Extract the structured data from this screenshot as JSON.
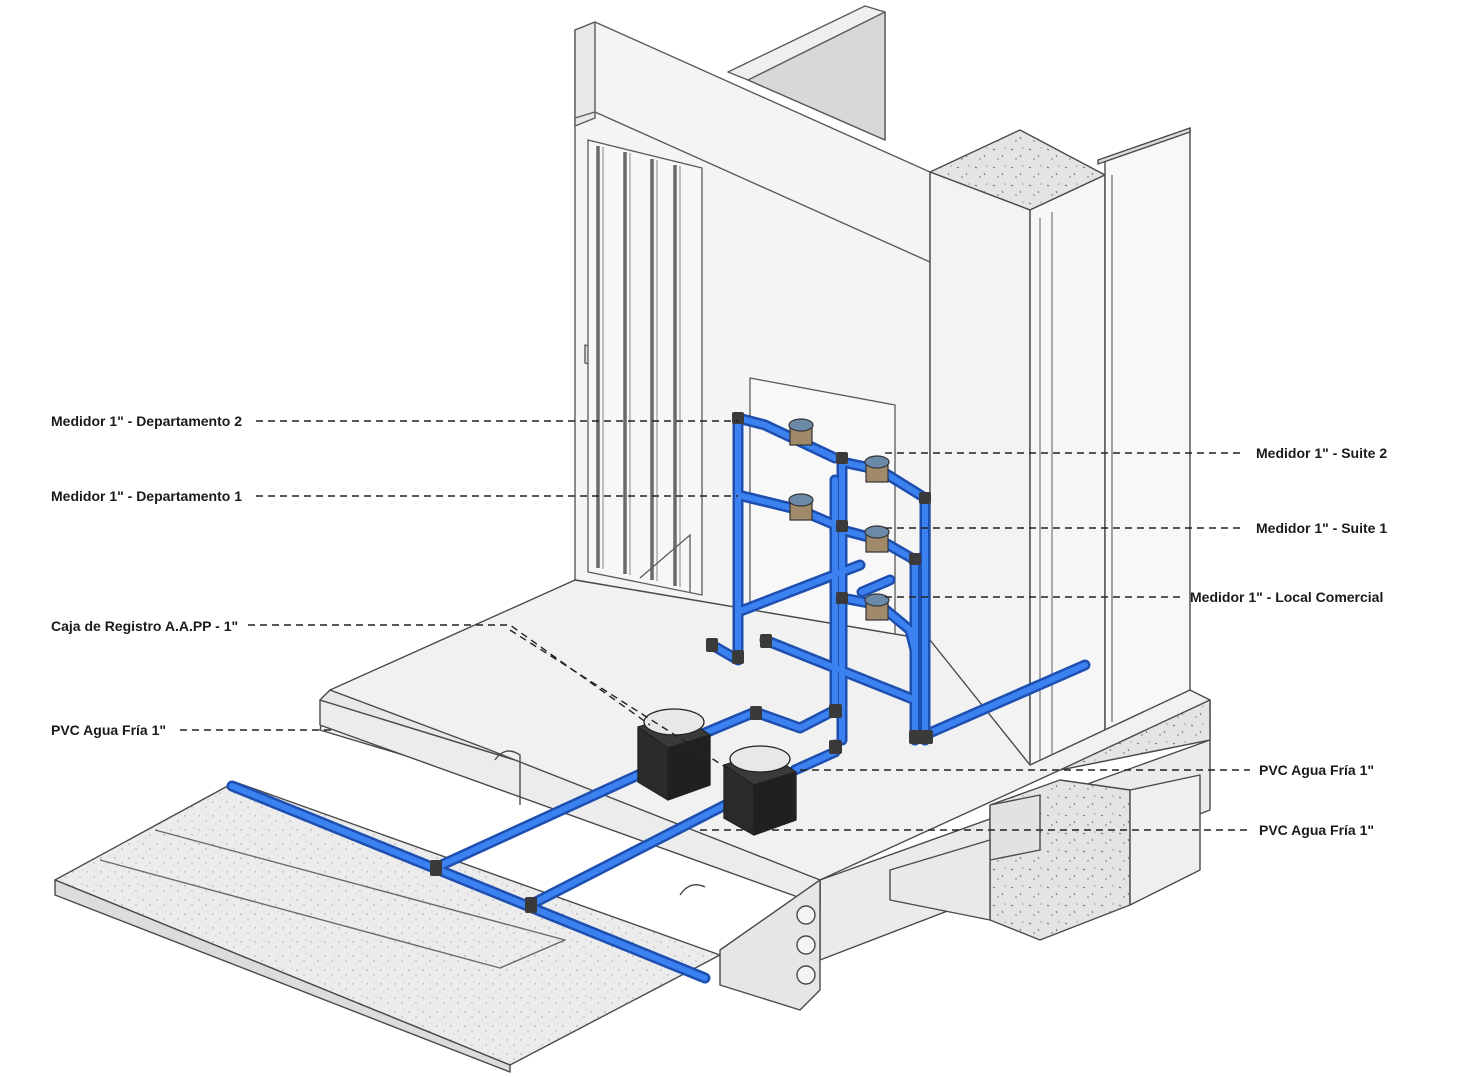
{
  "labels": {
    "medidor_dep2": "Medidor 1\" - Departamento 2",
    "medidor_dep1": "Medidor 1\" - Departamento 1",
    "caja_registro": "Caja de Registro A.A.PP - 1\"",
    "pvc_left": "PVC Agua Fría 1\"",
    "medidor_suite2": "Medidor 1\" - Suite 2",
    "medidor_suite1": "Medidor 1\" - Suite 1",
    "medidor_local": "Medidor 1\" - Local Comercial",
    "pvc_right_1": "PVC Agua Fría 1\"",
    "pvc_right_2": "PVC Agua Fría 1\""
  },
  "colors": {
    "pipe": "#2f6fe0",
    "pipe_dark": "#1d4fb0",
    "fitting": "#3a3a3a",
    "wall": "#f2f2f2",
    "wall_edge": "#5a5a5a",
    "concrete": "#e6e6e6",
    "box": "#2b2b2b",
    "leader": "#222222"
  }
}
